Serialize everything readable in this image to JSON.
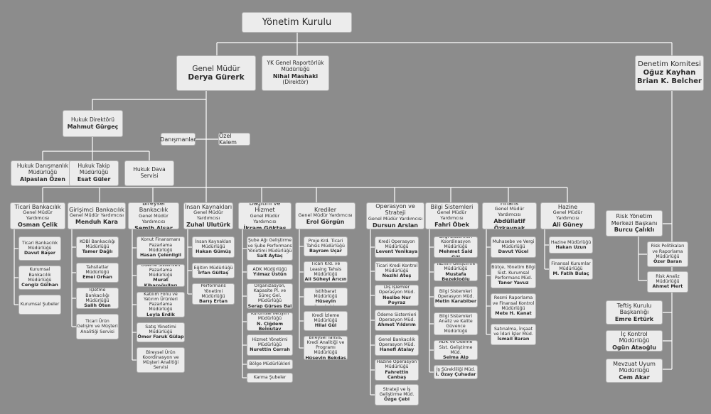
{
  "board": {
    "title": "Yönetim Kurulu"
  },
  "ceo": {
    "title": "Genel Müdür",
    "name": "Derya Gürerk"
  },
  "reporting": {
    "title": "YK Genel Raportörlük Müdürlüğü",
    "name": "Nihal Mashaki",
    "role": "(Direktör)"
  },
  "audit_committee": {
    "title": "Denetim Komitesi",
    "names": [
      "Oğuz Kayhan",
      "Brian K. Belcher"
    ]
  },
  "legal_director": {
    "title": "Hukuk Direktörü",
    "name": "Mahmut Gürgeç"
  },
  "advisors": {
    "label": "Danışmanlar"
  },
  "private_office": {
    "label": "Özel Kalem"
  },
  "legal_units": [
    {
      "title": "Hukuk Danışmanlık Müdürlüğü",
      "name": "Alpaslan Özen"
    },
    {
      "title": "Hukuk Takip Müdürlüğü",
      "name": "Esat Güler"
    },
    {
      "title": "Hukuk Dava Servisi",
      "name": ""
    }
  ],
  "divisions": [
    {
      "title": "Ticari Bankacılık",
      "sub": "Genel Müdür Yardımcısı",
      "name": "Osman Çelik",
      "units": [
        {
          "title": "Ticari Bankacılık Müdürlüğü",
          "name": "Davut Başer"
        },
        {
          "title": "Kurumsal Bankacılık Müdürlüğü",
          "name": "Cengiz Gülhan"
        },
        {
          "title": "Kurumsal Şubeler",
          "name": ""
        }
      ]
    },
    {
      "title": "Girişimci Bankacılık",
      "sub": "Genel Müdür Yardımcısı",
      "name": "Menduh Kara",
      "units": [
        {
          "title": "KOBİ Bankacılığı Müdürlüğü",
          "name": "Tamer Dağlı"
        },
        {
          "title": "Tahsilatlar Müdürlüğü",
          "name": "Emel Orhan"
        },
        {
          "title": "İşletme Bankacılığı Müdürlüğü",
          "name": "Salih Öten"
        },
        {
          "title": "Ticari Ürün Gelişim ve Müşteri Analitiği Servisi",
          "name": ""
        }
      ]
    },
    {
      "title": "Bireysel Bankacılık",
      "sub": "Genel Müdür Yardımcısı",
      "name": "Semih Alşar",
      "units": [
        {
          "title": "Konut Finansmanı Pazarlama Müdürlüğü",
          "name": "Hasan Çelenligil"
        },
        {
          "title": "Ödeme Sistemleri Pazarlama Müdürlüğü",
          "name": "Murat Kibaroğulları"
        },
        {
          "title": "Katılım Fonu ve Yatırım Ürünleri Pazarlama Müdürlüğü",
          "name": "Leyla Erdik"
        },
        {
          "title": "Satış Yönetimi Müdürlüğü",
          "name": "Ömer Faruk Gülap"
        },
        {
          "title": "Bireysel Ürün Koordinasyon ve Müşteri Analitiği Servisi",
          "name": ""
        }
      ]
    },
    {
      "title": "İnsan Kaynakları",
      "sub": "Genel Müdür Yardımcısı",
      "name": "Zuhal Ulutürk",
      "units": [
        {
          "title": "İnsan Kaynakları Müdürlüğü",
          "name": "Hakan Gümüş"
        },
        {
          "title": "Eğitim Müdürlüğü",
          "name": "İrfan Gültaş"
        },
        {
          "title": "Performans Yönetimi Müdürlüğü",
          "name": "Barış Ertan"
        }
      ]
    },
    {
      "title": "Dağıtım ve Hizmet",
      "sub": "Genel Müdür Yardımcısı",
      "name": "İkram Göktaş",
      "units": [
        {
          "title": "Şube Ağı Geliştirme ve Şube Performans Yönetimi Müdürlüğü",
          "name": "Sait Aytaç"
        },
        {
          "title": "ADK Müdürlüğü",
          "name": "Yılmaz Üstün"
        },
        {
          "title": "Organizasyon, Kapasite Pl. ve Süreç Gel. Müdürlüğü",
          "name": "Serap Gürses Bal"
        },
        {
          "title": "Kurumsal İletişim Müdürlüğü",
          "name": "N. Çiğdem Belgutay"
        },
        {
          "title": "Hizmet Yönetimi Müdürlüğü",
          "name": "Nurettin Cerrah"
        },
        {
          "title": "Bölge Müdürlükleri",
          "name": ""
        },
        {
          "title": "Karma Şubeler",
          "name": ""
        }
      ]
    },
    {
      "title": "Krediler",
      "sub": "Genel Müdür Yardımcısı",
      "name": "Erol Görgün",
      "units": [
        {
          "title": "Proje Krd. Ticari Tahsis Müdürlüğü",
          "name": "Bayram Uçar"
        },
        {
          "title": "Ticari Krd. ve Leasing Tahsis Müdürlüğü",
          "name": "Ali Süheyl Arıcın"
        },
        {
          "title": "Mali Tahlil ve İstihbarat Müdürlüğü",
          "name": "Hüseyin Çemtekin"
        },
        {
          "title": "Kredi İzleme Müdürlüğü",
          "name": "Hilal Gül"
        },
        {
          "title": "Bireysel Tahsis, Kredi Analitiği ve Programı Müdürlüğü",
          "name": "Hüseyin Bekdaş"
        }
      ]
    },
    {
      "title": "Operasyon ve Strateji",
      "sub": "Genel Müdür Yardımcısı",
      "name": "Dursun Arslan",
      "units": [
        {
          "title": "Kredi Operasyon Müdürlüğü",
          "name": "Levent Yenikaya"
        },
        {
          "title": "Ticari Kredi Kontrol Müdürlüğü",
          "name": "Nezihi Ateş"
        },
        {
          "title": "Dış İşlemler Operasyon Müd.",
          "name": "Nesibe Nur Poyraz"
        },
        {
          "title": "Ödeme Sistemleri Operasyon Müd.",
          "name": "Ahmet Yıldırım"
        },
        {
          "title": "Genel Bankacılık Operasyon Müd.",
          "name": "Hanefi Atalay"
        },
        {
          "title": "Hazine Operasyon Müdürlüğü",
          "name": "Fahrettin Canbaş"
        },
        {
          "title": "Strateji ve İş Geliştirme Müd.",
          "name": "Özge Çebi"
        }
      ]
    },
    {
      "title": "Bilgi Sistemleri",
      "sub": "Genel Müdür Yardımcısı",
      "name": "Fahri Öbek",
      "units": [
        {
          "title": "Bilgi Sistemleri Koordinasyon Müdürlüğü",
          "name": "Mehmet Said Gül"
        },
        {
          "title": "Yazılım Geliştirme Müdürlüğü",
          "name": "Mustafa Bezekloğlu"
        },
        {
          "title": "Bilgi Sistemleri Operasyon Müd.",
          "name": "Metin Karabiber"
        },
        {
          "title": "Bilgi Sistemleri Analiz ve Kalite Güvence Müdürlüğü",
          "name": ""
        },
        {
          "title": "ADK ve Ödeme Sist. Geliştirme Müd.",
          "name": "Selma Alp"
        },
        {
          "title": "İş Sürekliliği Müd.",
          "name": "İ. Özay Çuhadar"
        }
      ]
    },
    {
      "title": "Finans",
      "sub": "Genel Müdür Yardımcısı",
      "name": "Abdüllatif Özkaynak",
      "units": [
        {
          "title": "Muhasebe ve Vergi Müdürlüğü",
          "name": "Davut Yücel"
        },
        {
          "title": "Bütçe, Yönetim Bilgi Sist. Kurumsal Performans Müd.",
          "name": "Taner Yavuz"
        },
        {
          "title": "Resmi Raporlama ve Finansal Kontrol Müdürlüğü",
          "name": "Mete H. Kanat"
        },
        {
          "title": "Satınalma, İnşaat ve İdari İşler Müd.",
          "name": "İsmail Baran"
        }
      ]
    },
    {
      "title": "Hazine",
      "sub": "Genel Müdür Yardımcısı",
      "name": "Ali Güney",
      "units": [
        {
          "title": "Hazine Müdürlüğü",
          "name": "Hakan Uzun"
        },
        {
          "title": "Finansal Kurumlar Müdürlüğü",
          "name": "M. Fatih Bulaç"
        }
      ]
    }
  ],
  "risk_center": {
    "title": "Risk Yönetim Merkezi Başkanı",
    "name": "Burcu Çalıklı"
  },
  "risk_units": [
    {
      "title": "Risk Politikaları ve Raporlama Müdürlüğü",
      "name": "Özer Baran"
    },
    {
      "title": "Risk Analiz Müdürlüğü",
      "name": "Ahmet Mert"
    }
  ],
  "audit_units": [
    {
      "title": "Teftiş Kurulu Başkanlığı",
      "name": "Emre Ertürk"
    },
    {
      "title": "İç Kontrol Müdürlüğü",
      "name": "Ogün Ataoğlu"
    },
    {
      "title": "Mevzuat Uyum Müdürlüğü",
      "name": "Cem Akar"
    }
  ]
}
